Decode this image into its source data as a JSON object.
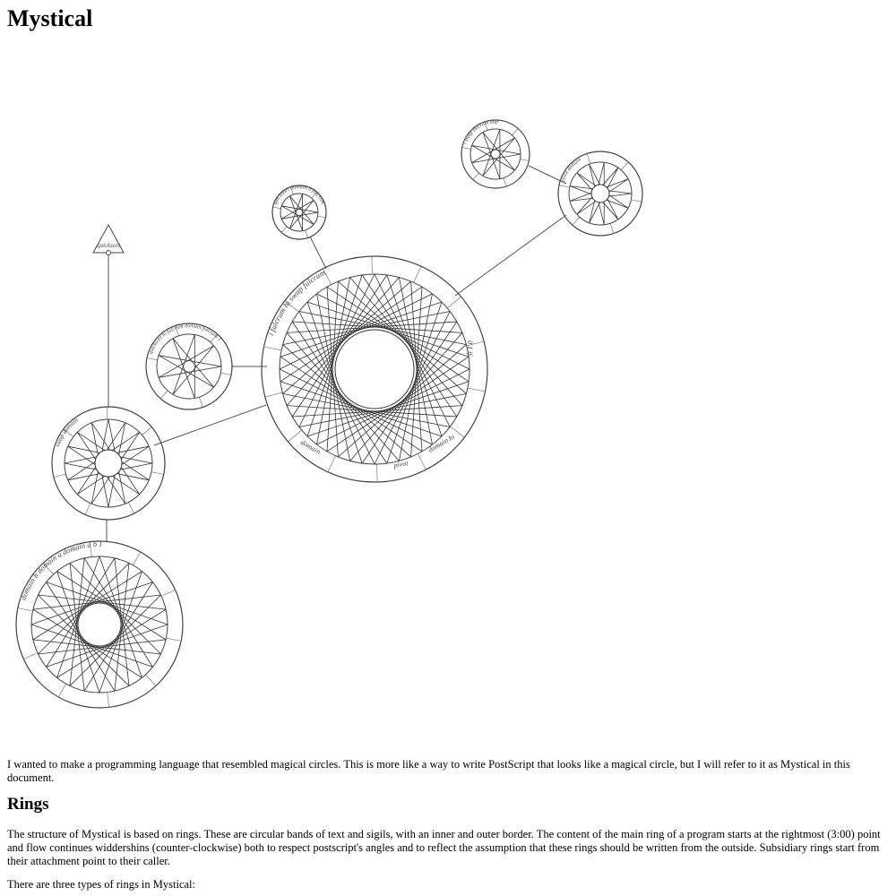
{
  "page": {
    "title": "Mystical"
  },
  "figure": {
    "labels": {
      "main": "i fulcrum hi swap fulcrum",
      "main_right": "0 1 if",
      "main_domain": "domain",
      "main_pivot": "pivot",
      "main_domain_hi": "domain hi",
      "top_circle": "quicksort domain 0 fulcrum",
      "tri": "quicksort",
      "left_small": "quicksort hi fulcrum domain fulcrum 1",
      "left_mid": "swap domain",
      "bottom": "domain b domain a domain a b 1",
      "tr_a": "i swap fulcrum dup",
      "tr_b": "pivot domain"
    }
  },
  "intro": {
    "text": "I wanted to make a programming language that resembled magical circles. This is more like a way to write PostScript that looks like a magical circle, but I will refer to it as Mystical in this document."
  },
  "rings": {
    "heading": "Rings",
    "description": "The structure of Mystical is based on rings. These are circular bands of text and sigils, with an inner and outer border. The content of the main ring of a program starts at the rightmost (3:00) point and flow continues widdershins (counter-clockwise) both to respect postscript's angles and to reflect the assumption that these rings should be written from the outside. Subsidiary rings start from their attachment point to their caller.",
    "types_intro": "There are three types of rings in Mystical:"
  }
}
